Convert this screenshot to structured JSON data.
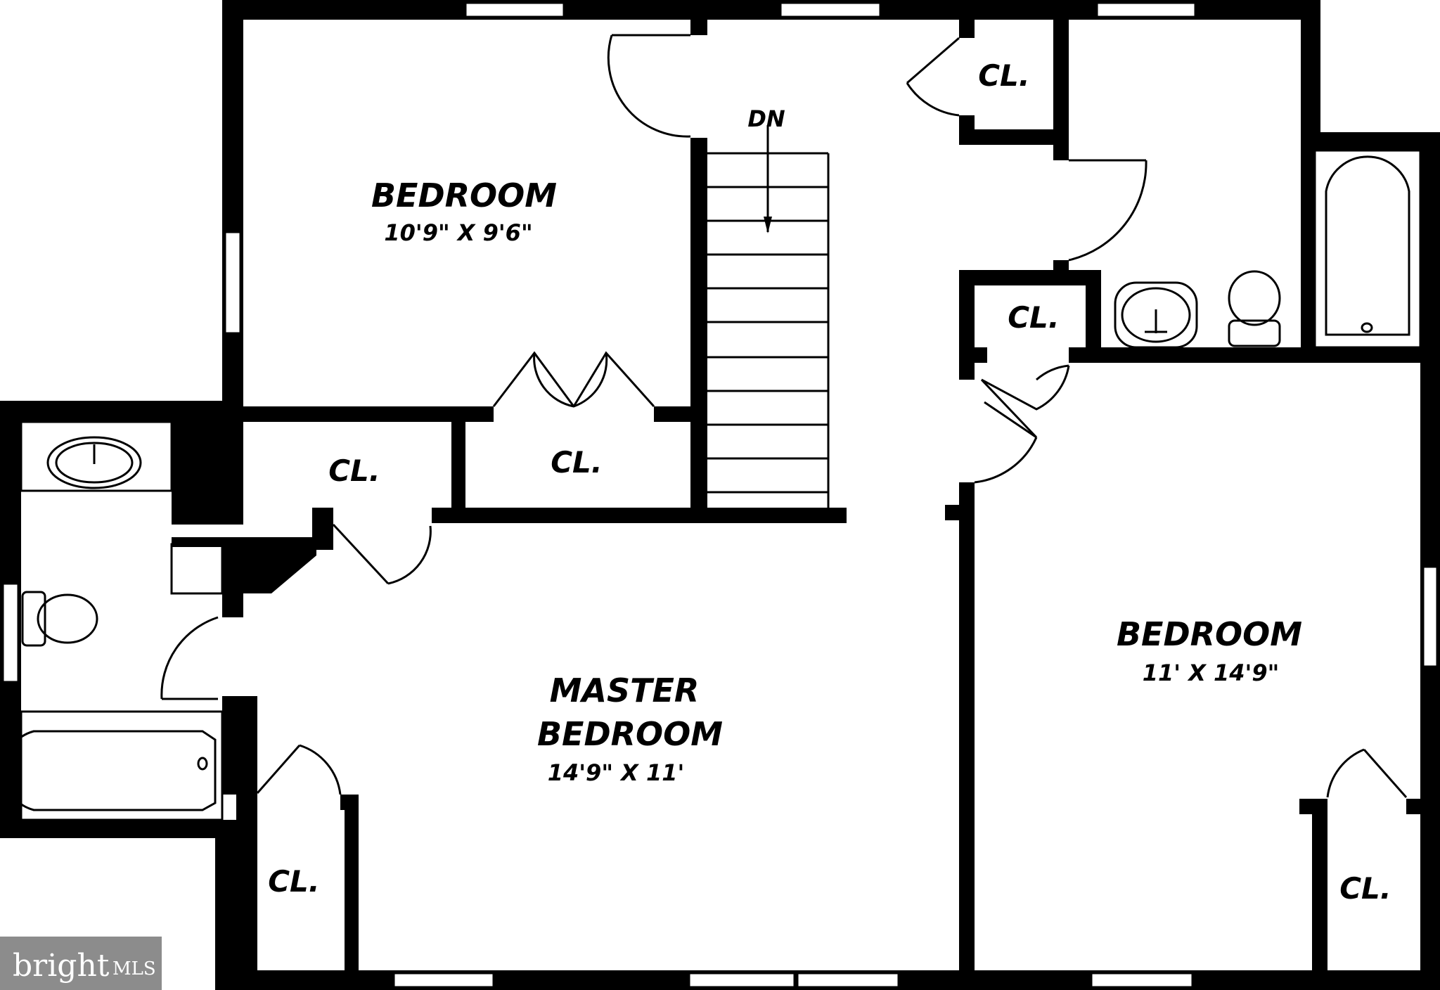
{
  "rooms": {
    "bedroom_top": {
      "name": "BEDROOM",
      "dims": "10'9\" X 9'6\""
    },
    "master": {
      "name_line1": "MASTER",
      "name_line2": "BEDROOM",
      "dims": "14'9\" X 11'"
    },
    "bedroom_right": {
      "name": "BEDROOM",
      "dims": "11' X 14'9\""
    }
  },
  "closet_label": "CL.",
  "stairs_label": "DN",
  "watermark": {
    "brand": "bright",
    "suffix": "MLS"
  },
  "colors": {
    "wall": "#000000",
    "background": "#ffffff",
    "watermark_bg": "#7f7f7f"
  }
}
